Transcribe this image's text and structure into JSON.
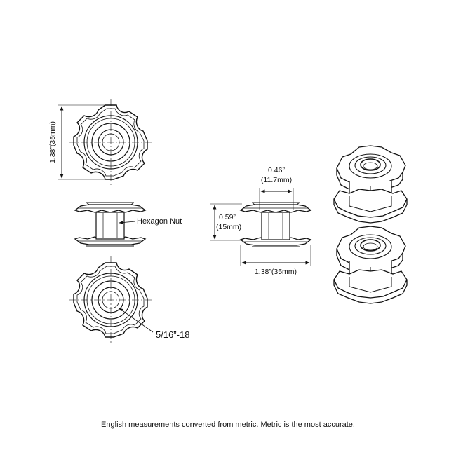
{
  "labels": {
    "height_top_view": "1.38”(35mm)",
    "hexagon_nut": "Hexagon Nut",
    "thread": "5/16”-18",
    "inner_width_in": "0.46”",
    "inner_width_mm": "(11.7mm)",
    "height_side_in": "0.59”",
    "height_side_mm": "(15mm)",
    "overall_width": "1.38”(35mm)"
  },
  "footnote": "English measurements converted from metric. Metric is the most accurate."
}
